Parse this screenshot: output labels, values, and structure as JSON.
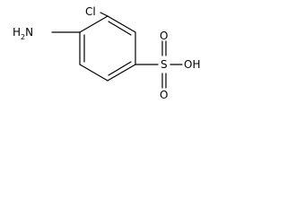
{
  "molecule": {
    "labels": {
      "chlorine": "Cl",
      "amine_n": "H",
      "amine_sub": "2",
      "amine_end": "N",
      "sulfur": "S",
      "oxygen_top": "O",
      "oxygen_bottom": "O",
      "hydroxyl": "OH"
    }
  }
}
